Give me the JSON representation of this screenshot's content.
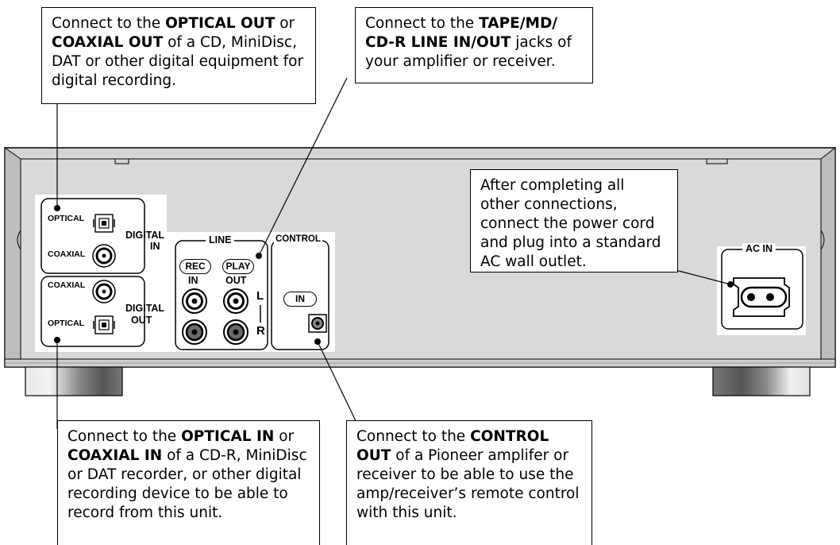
{
  "callouts": {
    "digital_out_note": {
      "pre1": "Connect to the ",
      "bold1": "OPTICAL OUT",
      "mid1": " or ",
      "bold2": "COAXIAL OUT",
      "post": " of a CD, MiniDisc, DAT or other digital equipment for digital recording."
    },
    "line_note": {
      "pre1": "Connect to the ",
      "bold1": "TAPE/MD/ CD-R LINE IN/OUT",
      "post": " jacks of your amplifier or receiver."
    },
    "ac_note": {
      "text": "After completing all other connections, connect the power cord and plug into a standard AC wall outlet."
    },
    "digital_in_note": {
      "pre1": "Connect to the ",
      "bold1": "OPTICAL IN",
      "mid1": " or ",
      "bold2": "COAXIAL IN",
      "post": " of a CD-R, MiniDisc or DAT recorder, or other digital recording device to be able to record from this unit."
    },
    "control_note": {
      "pre1": "Connect to the ",
      "bold1": "CONTROL OUT",
      "post": " of a Pioneer amplifer or receiver to be able to use the amp/receiver’s remote control with this unit."
    }
  },
  "panel": {
    "digital_in": {
      "optical": "OPTICAL",
      "coaxial": "COAXIAL",
      "label_line1": "DIGITAL",
      "label_line2": "IN"
    },
    "digital_out": {
      "coaxial": "COAXIAL",
      "optical": "OPTICAL",
      "label_line1": "DIGITAL",
      "label_line2": "OUT"
    },
    "line": {
      "title": "LINE",
      "rec": "REC",
      "play": "PLAY",
      "in": "IN",
      "out": "OUT",
      "left": "L",
      "right": "R"
    },
    "control": {
      "title": "CONTROL",
      "in": "IN"
    },
    "ac": {
      "title": "AC IN"
    }
  }
}
